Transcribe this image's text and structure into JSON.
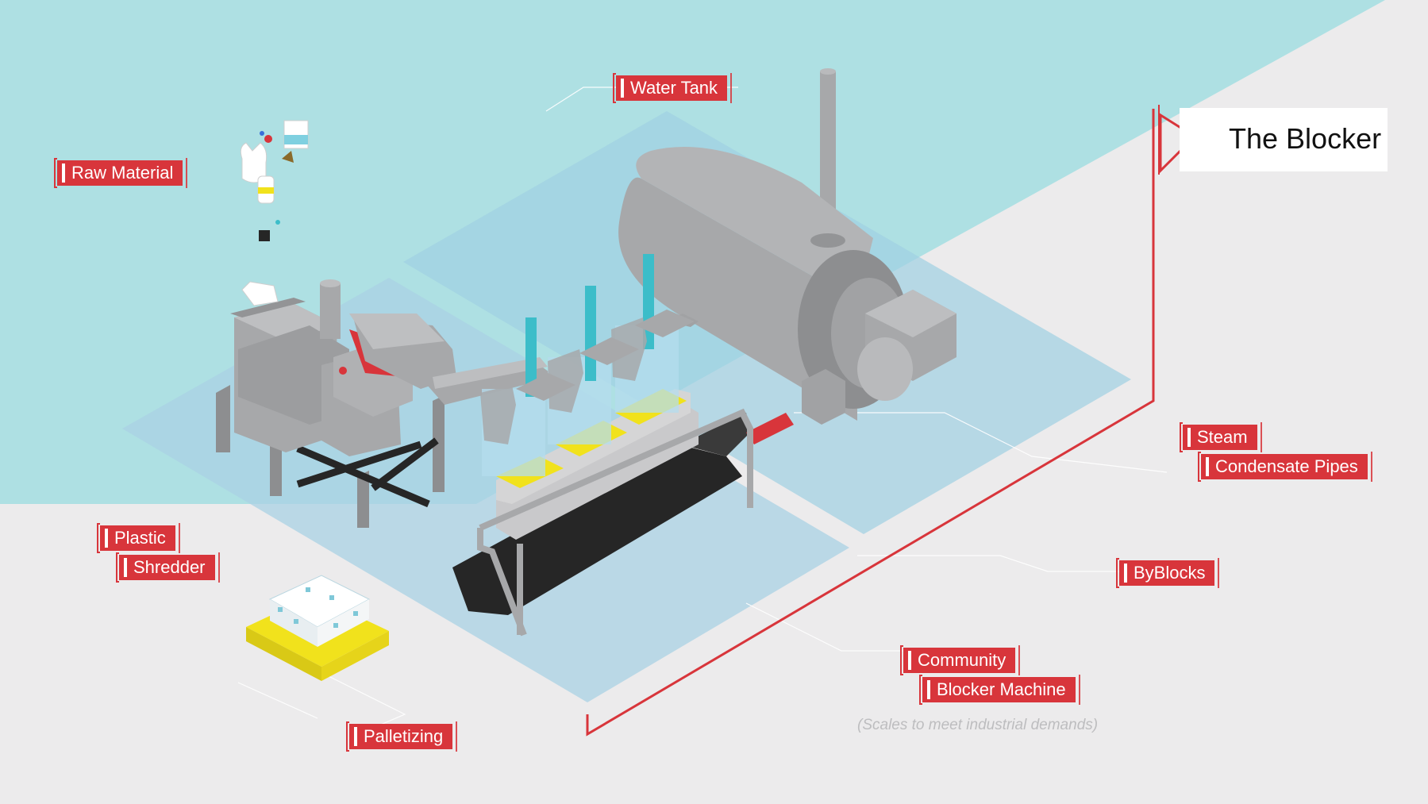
{
  "title": "The Blocker",
  "labels": {
    "raw_material": "Raw Material",
    "water_tank": "Water Tank",
    "plastic": "Plastic",
    "shredder": "Shredder",
    "steam": "Steam",
    "condensate_pipes": "Condensate Pipes",
    "byblocks": "ByBlocks",
    "community": "Community",
    "blocker_machine": "Blocker Machine",
    "palletizing": "Palletizing"
  },
  "note": "(Scales to meet industrial demands)",
  "colors": {
    "background": "#ecebec",
    "sky_teal": "#aee0e3",
    "platform_blue": "#a9d4e6",
    "accent_red": "#d8353b",
    "machine_gray": "#a7a8aa",
    "machine_gray_dark": "#8d8e90",
    "cylinder_cyan": "#3cbdc9",
    "press_yellow": "#f1e21c",
    "conveyor_black": "#262626"
  },
  "icons": [
    "triangle-pointer-icon",
    "water-bottle-icon",
    "plastic-bag-icon",
    "milk-carton-icon"
  ]
}
